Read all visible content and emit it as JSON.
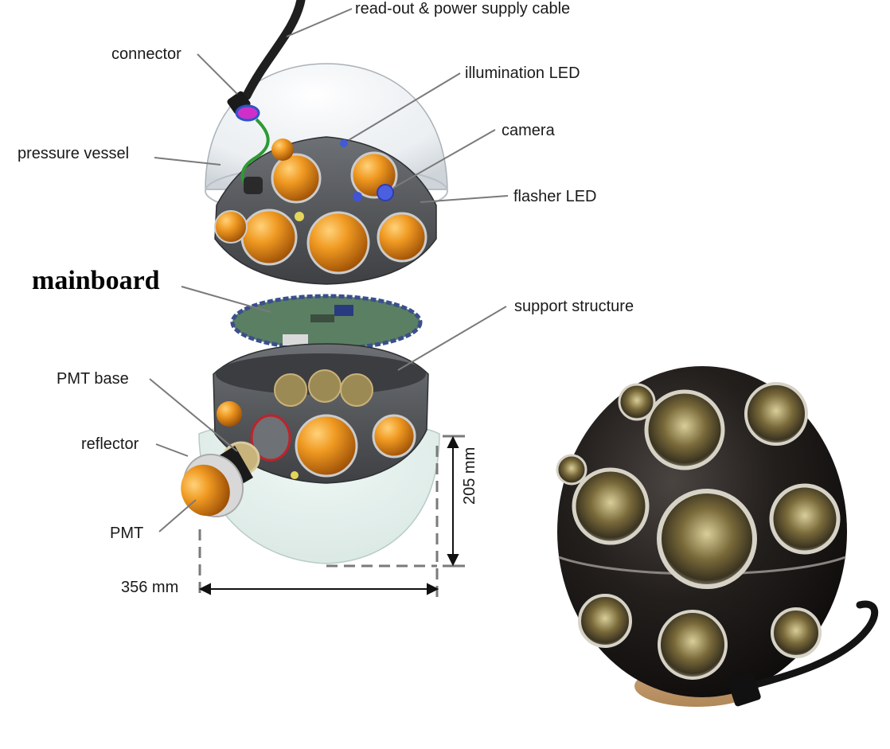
{
  "labels": {
    "cable": "read-out & power supply cable",
    "connector": "connector",
    "illumination_led": "illumination LED",
    "camera": "camera",
    "pressure_vessel": "pressure vessel",
    "flasher_led": "flasher LED",
    "mainboard": "mainboard",
    "support_structure": "support structure",
    "pmt_base": "PMT base",
    "reflector": "reflector",
    "pmt": "PMT"
  },
  "dimensions": {
    "height": "205 mm",
    "width": "356 mm"
  },
  "colors": {
    "pmt_orange": "#e8901c",
    "vessel_glass": "#dfe6ea",
    "frame_gray": "#5e6165",
    "board_green": "#5b7f62",
    "sphere_dark": "#1c1a19",
    "leader_line": "#7a7a7a"
  }
}
